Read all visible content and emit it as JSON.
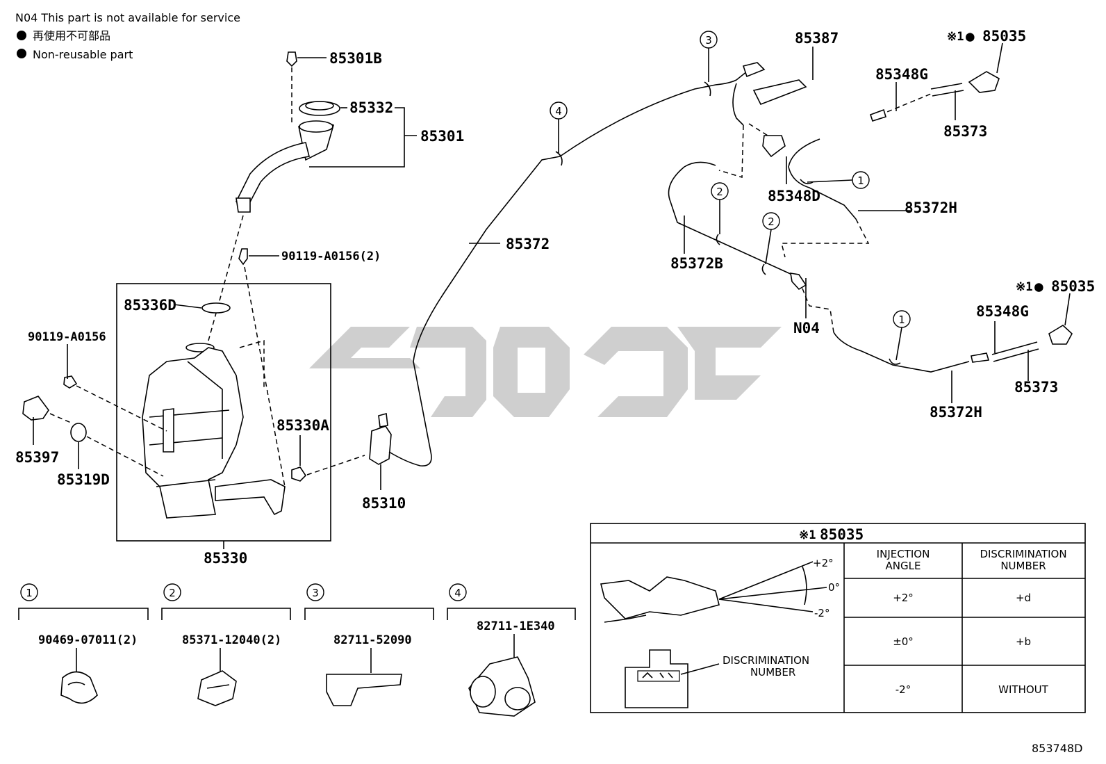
{
  "notes": [
    "N04 This part is not available for service",
    "再使用不可部品",
    "Non-reusable part"
  ],
  "labels": {
    "p85301B": "85301B",
    "p85332": "85332",
    "p85301": "85301",
    "p90119a": "90119-A0156(2)",
    "p85336D": "85336D",
    "p90119b": "90119-A0156",
    "p85397": "85397",
    "p85319D": "85319D",
    "p85330A": "85330A",
    "p85330": "85330",
    "p85310": "85310",
    "p85372": "85372",
    "p85387": "85387",
    "p85348D": "85348D",
    "p85372B": "85372B",
    "pN04": "N04",
    "p85348G_top": "85348G",
    "p85373_top": "85373",
    "p85035_top": "85035",
    "p85372H_top": "85372H",
    "p85348G_bot": "85348G",
    "p85035_bot": "85035",
    "p85373_bot": "85373",
    "p85372H_bot": "85372H"
  },
  "markers": {
    "c1": "1",
    "c2": "2",
    "c3": "3",
    "c4": "4",
    "ref1": "※1",
    "dot": "●"
  },
  "clips": [
    {
      "num": "1",
      "part": "90469-07011(2)"
    },
    {
      "num": "2",
      "part": "85371-12040(2)"
    },
    {
      "num": "3",
      "part": "82711-52090"
    },
    {
      "num": "4",
      "part": "82711-1E340"
    }
  ],
  "detail": {
    "title_ref": "※1",
    "title_part": "85035",
    "col1_header": [
      "INJECTION",
      "ANGLE"
    ],
    "col2_header": [
      "DISCRIMINATION",
      "NUMBER"
    ],
    "rows": [
      {
        "angle": "+2°",
        "number": "+d"
      },
      {
        "angle": "±0°",
        "number": "+b"
      },
      {
        "angle": "-2°",
        "number": "WITHOUT"
      }
    ],
    "angle_plus": "+2°",
    "angle_zero": "0°",
    "angle_minus": "-2°",
    "disc_label": [
      "DISCRIMINATION",
      "NUMBER"
    ]
  },
  "diagram_id": "853748D"
}
